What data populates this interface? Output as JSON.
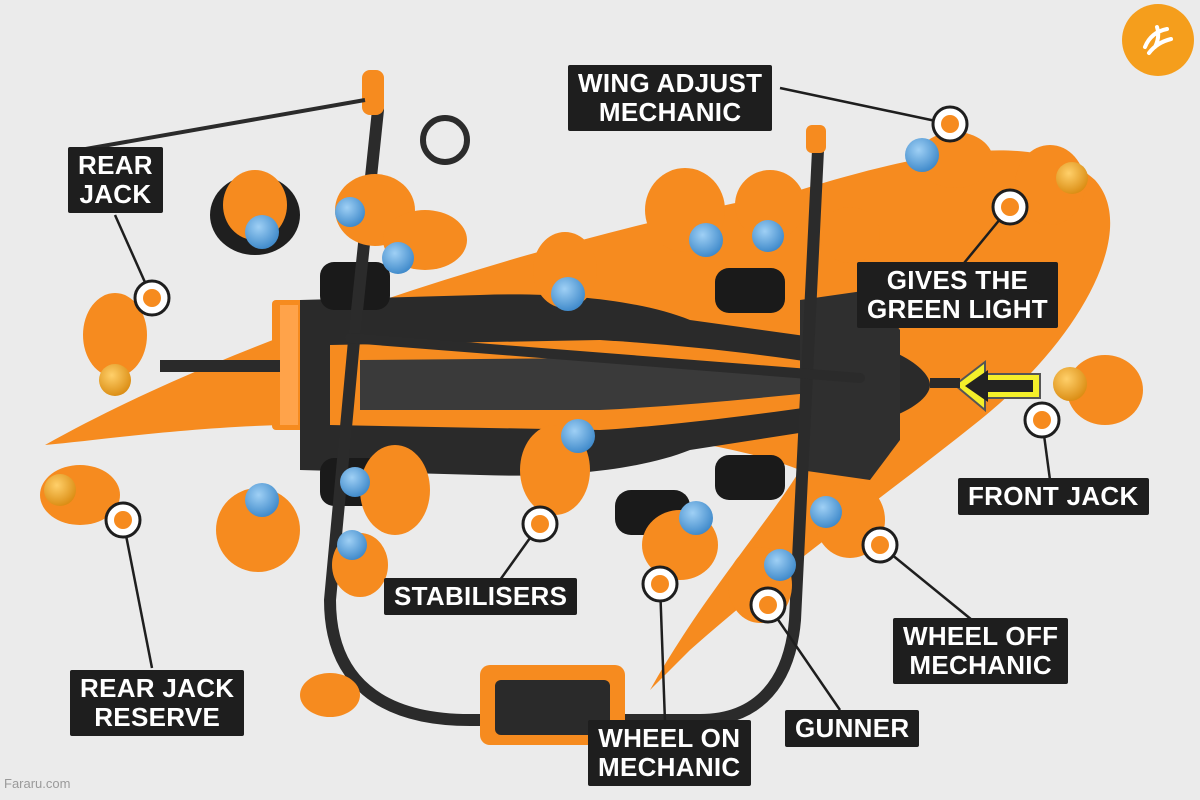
{
  "labels": {
    "rear_jack": [
      "REAR",
      "JACK"
    ],
    "wing_adjust": [
      "WING ADJUST",
      "MECHANIC"
    ],
    "green_light": [
      "GIVES THE",
      "GREEN LIGHT"
    ],
    "front_jack": [
      "FRONT JACK"
    ],
    "stabilisers": [
      "STABILISERS"
    ],
    "wheel_off": [
      "WHEEL OFF",
      "MECHANIC"
    ],
    "rear_jack_reserve": [
      "REAR JACK",
      "RESERVE"
    ],
    "wheel_on": [
      "WHEEL ON",
      "MECHANIC"
    ],
    "gunner": [
      "GUNNER"
    ]
  },
  "watermark": "Fararu.com",
  "colors": {
    "papaya": "#f68b1f",
    "dark": "#1e1e1e",
    "helmet": "#5aa7e0",
    "marker_ring": "#ffffff",
    "marker_core": "#f68b1f",
    "chassis": "#2a2a2a"
  },
  "icons": {
    "logo": "fararu-logo-icon",
    "marker": "crew-position-marker-icon"
  }
}
